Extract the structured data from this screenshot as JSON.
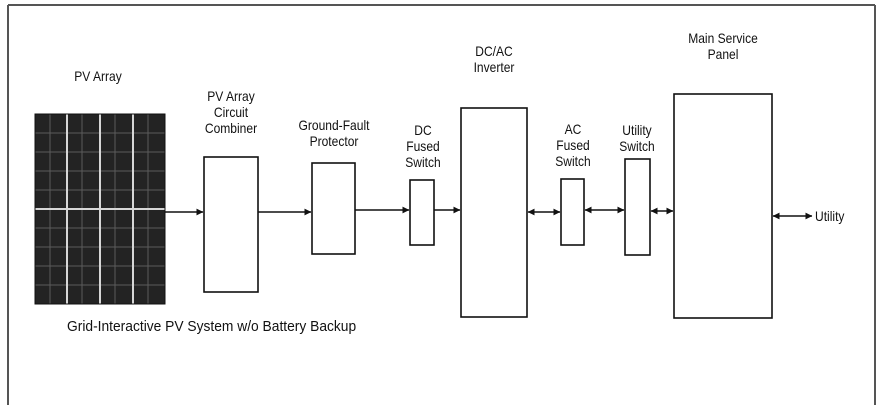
{
  "diagram": {
    "caption": "Grid-Interactive PV System w/o Battery Backup",
    "components": {
      "pv_array": {
        "label": [
          "PV Array"
        ]
      },
      "combiner": {
        "label": [
          "PV Array",
          "Circuit",
          "Combiner"
        ]
      },
      "ground_fault": {
        "label": [
          "Ground-Fault",
          "Protector"
        ]
      },
      "dc_switch": {
        "label": [
          "DC",
          "Fused",
          "Switch"
        ]
      },
      "inverter": {
        "label": [
          "DC/AC",
          "Inverter"
        ]
      },
      "ac_switch": {
        "label": [
          "AC",
          "Fused",
          "Switch"
        ]
      },
      "utility_switch": {
        "label": [
          "Utility",
          "Switch"
        ]
      },
      "service_panel": {
        "label": [
          "Main Service",
          "Panel"
        ]
      },
      "utility": {
        "label": [
          "Utility"
        ]
      }
    },
    "connections": [
      {
        "from": "pv_array",
        "to": "combiner",
        "direction": "forward"
      },
      {
        "from": "combiner",
        "to": "ground_fault",
        "direction": "forward"
      },
      {
        "from": "ground_fault",
        "to": "dc_switch",
        "direction": "forward"
      },
      {
        "from": "dc_switch",
        "to": "inverter",
        "direction": "forward"
      },
      {
        "from": "inverter",
        "to": "ac_switch",
        "direction": "bidirectional"
      },
      {
        "from": "ac_switch",
        "to": "utility_switch",
        "direction": "bidirectional"
      },
      {
        "from": "utility_switch",
        "to": "service_panel",
        "direction": "bidirectional"
      },
      {
        "from": "service_panel",
        "to": "utility",
        "direction": "bidirectional"
      }
    ],
    "colors": {
      "line": "#111111",
      "panel_cell": "#232323",
      "panel_grid": "#8a8a8a",
      "frame": "#555555"
    }
  }
}
